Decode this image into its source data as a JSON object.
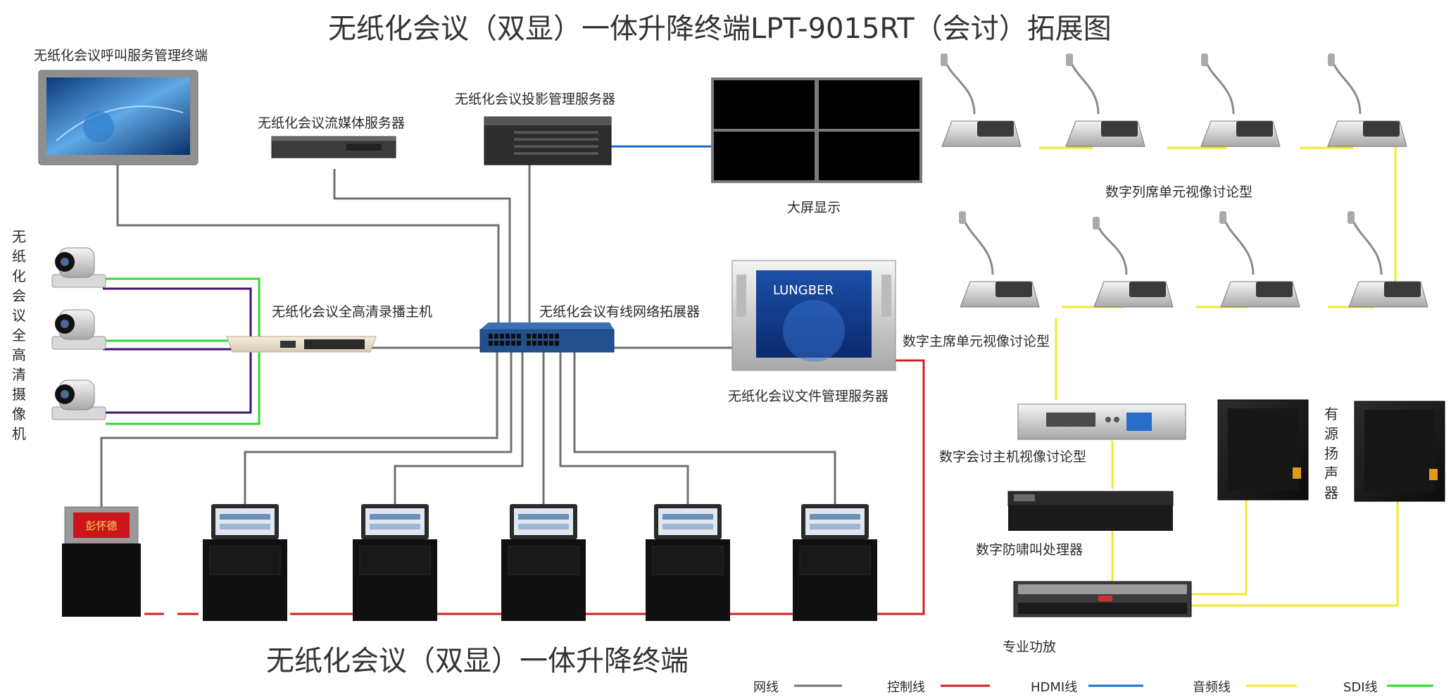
{
  "title": "无纸化会议（双显）一体升降终端LPT-9015RT（会讨）拓展图",
  "bottom_title": "无纸化会议（双显）一体升降终端",
  "nameplate_text": "彭怀德",
  "monitor_brand": "LUNGBER",
  "devices": {
    "call_terminal": "无纸化会议呼叫服务管理终端",
    "stream_server": "无纸化会议流媒体服务器",
    "projection_server": "无纸化会议投影管理服务器",
    "big_screen": "大屏显示",
    "camera_group": "无纸化会议全高清摄像机",
    "recorder": "无纸化会议全高清录播主机",
    "switch": "无纸化会议有线网络拓展器",
    "file_server": "无纸化会议文件管理服务器",
    "delegate_units": "数字列席单元视像讨论型",
    "chairman_unit": "数字主席单元视像讨论型",
    "conference_host": "数字会讨主机视像讨论型",
    "feedback_processor": "数字防啸叫处理器",
    "amplifier": "专业功放",
    "speakers": "有源扬声器"
  },
  "legend": [
    {
      "label": "网线",
      "color": "#707070"
    },
    {
      "label": "控制线",
      "color": "#d0211c"
    },
    {
      "label": "HDMI线",
      "color": "#1a6fd1"
    },
    {
      "label": "音频线",
      "color": "#f2ea2b"
    },
    {
      "label": "SDI线",
      "color": "#2ddb2d"
    }
  ],
  "colors": {
    "network": "#707070",
    "control": "#d0211c",
    "hdmi": "#1a6fd1",
    "audio": "#f2ea2b",
    "sdi": "#2ddb2d",
    "video": "#3d1570"
  }
}
